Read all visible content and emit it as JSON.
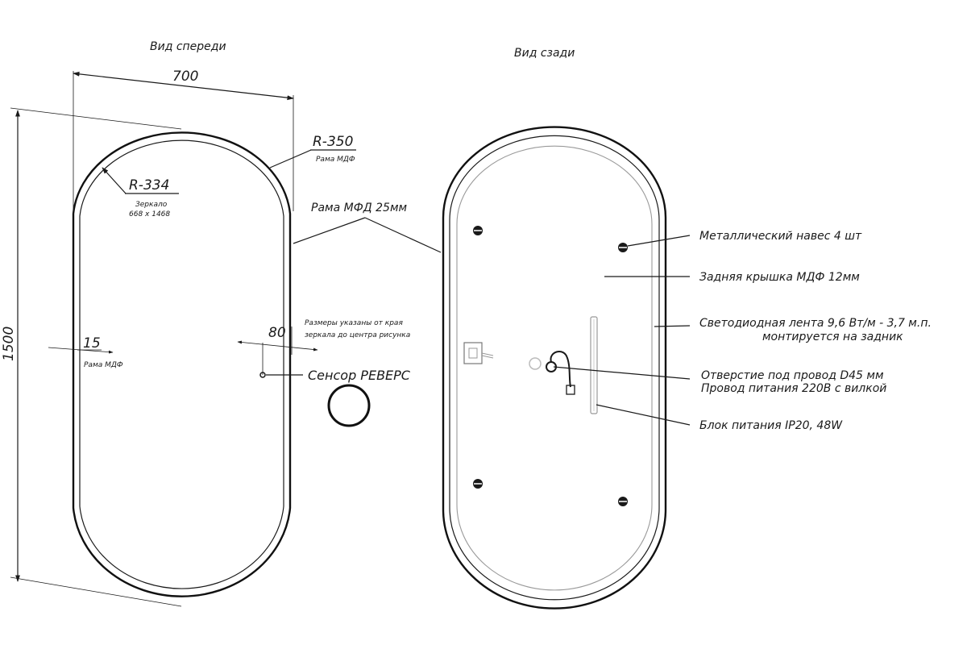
{
  "front_view": {
    "title": "Вид спереди",
    "width_dim": "700",
    "height_dim": "1500",
    "outer_radius": {
      "label": "R-350",
      "sub": "Рама МДФ"
    },
    "inner_radius": {
      "label": "R-334",
      "sub1": "Зеркало",
      "sub2": "668 x 1468"
    },
    "frame_label": "Рама МФД 25мм",
    "side_dim": {
      "value": "15",
      "sub": "Рама МДФ"
    },
    "sensor_dim": "80",
    "sizes_note": {
      "line1": "Размеры указаны от края",
      "line2": "зеркала до центра рисунка"
    },
    "sensor_label": "Сенсор РЕВЕРС"
  },
  "back_view": {
    "title": "Вид сзади",
    "callouts": {
      "hanger": "Металлический навес 4 шт",
      "back_cover": "Задняя крышка МДФ 12мм",
      "led_line1": "Светодиодная лента 9,6 Вт/м - 3,7 м.п.",
      "led_line2": "монтируется на задник",
      "hole_line1": "Отверстие под провод D45 мм",
      "hole_line2": "Провод питания 220В с вилкой",
      "psu": "Блок питания IP20, 48W"
    }
  }
}
